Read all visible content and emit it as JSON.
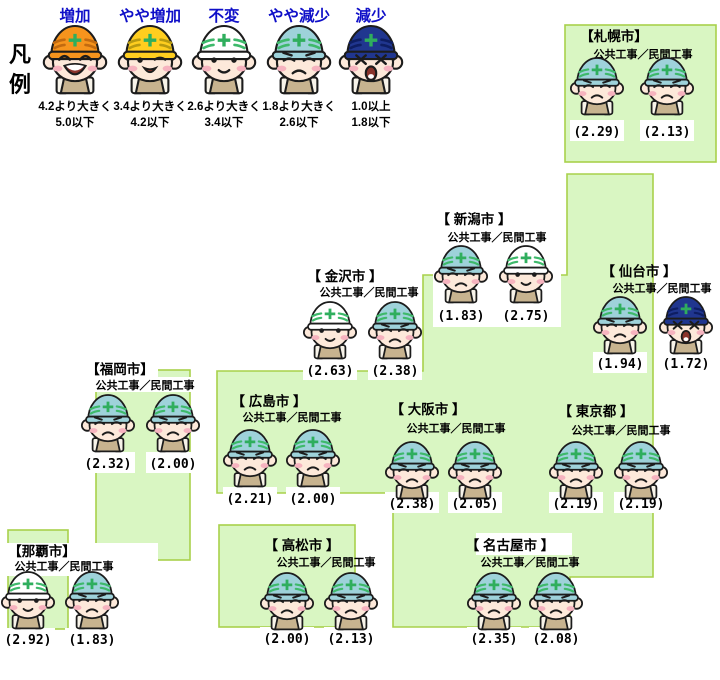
{
  "colors": {
    "map_fill": "#d9f6c2",
    "map_border": "#a8d14b",
    "white": "#ffffff",
    "outline": "#1c1c1c",
    "skin": "#fde9da",
    "cheek": "#f6b3bf",
    "collar": "#c7b38f",
    "shirt": "#f7f3e9",
    "hair": "#2f2f2f",
    "stripe_green": "#3eb96b",
    "cross_green": "#2fae5d",
    "mouth_dark": "#8a332b",
    "label_blue": "#0f0fc8",
    "text_black": "#000000",
    "helmets": {
      "orange": "#f6941d",
      "yellow": "#ffce1f",
      "white": "#ffffff",
      "lightblue": "#9ed2da",
      "navy": "#20368f"
    },
    "helmet_stripes": {
      "orange": "#c26a10",
      "yellow": "#b89a10",
      "white": "#3eb96b",
      "lightblue": "#3eb96b",
      "navy": "#0e1e63"
    }
  },
  "legend": {
    "caption": [
      "凡",
      "例"
    ],
    "items": [
      {
        "key": "increase",
        "label": "増加",
        "helmet": "orange",
        "face": "laugh",
        "range1": "4.2より大きく",
        "range2": "5.0以下"
      },
      {
        "key": "slight-increase",
        "label": "やや増加",
        "helmet": "yellow",
        "face": "wink",
        "range1": "3.4より大きく",
        "range2": "4.2以下"
      },
      {
        "key": "unchanged",
        "label": "不変",
        "helmet": "white",
        "face": "neutral",
        "range1": "2.6より大きく",
        "range2": "3.4以下"
      },
      {
        "key": "slight-decrease",
        "label": "やや減少",
        "helmet": "lightblue",
        "face": "sad",
        "range1": "1.8より大きく",
        "range2": "2.6以下"
      },
      {
        "key": "decrease",
        "label": "減少",
        "helmet": "navy",
        "face": "cry",
        "range1": "1.0以上",
        "range2": "1.8以下"
      }
    ]
  },
  "cities": [
    {
      "id": "sapporo",
      "name": "【札幌市】",
      "sublabel": "公共工事／民間工事",
      "workers": [
        {
          "helmet": "lightblue",
          "face": "sad",
          "value": "(2.29)"
        },
        {
          "helmet": "lightblue",
          "face": "sad",
          "value": "(2.13)"
        }
      ]
    },
    {
      "id": "niigata",
      "name": "【 新潟市 】",
      "sublabel": "公共工事／民間工事",
      "workers": [
        {
          "helmet": "lightblue",
          "face": "sad",
          "value": "(1.83)"
        },
        {
          "helmet": "white",
          "face": "neutral",
          "value": "(2.75)"
        }
      ]
    },
    {
      "id": "sendai",
      "name": "【 仙台市 】",
      "sublabel": "公共工事／民間工事",
      "workers": [
        {
          "helmet": "lightblue",
          "face": "sad",
          "value": "(1.94)"
        },
        {
          "helmet": "navy",
          "face": "cry",
          "value": "(1.72)"
        }
      ]
    },
    {
      "id": "kanazawa",
      "name": "【 金沢市 】",
      "sublabel": "公共工事／民間工事",
      "workers": [
        {
          "helmet": "white",
          "face": "neutral",
          "value": "(2.63)"
        },
        {
          "helmet": "lightblue",
          "face": "sad",
          "value": "(2.38)"
        }
      ]
    },
    {
      "id": "fukuoka",
      "name": "【福岡市】",
      "sublabel": "公共工事／民間工事",
      "workers": [
        {
          "helmet": "lightblue",
          "face": "sad",
          "value": "(2.32)"
        },
        {
          "helmet": "lightblue",
          "face": "sad",
          "value": "(2.00)"
        }
      ]
    },
    {
      "id": "hiroshima",
      "name": "【 広島市 】",
      "sublabel": "公共工事／民間工事",
      "workers": [
        {
          "helmet": "lightblue",
          "face": "sad",
          "value": "(2.21)"
        },
        {
          "helmet": "lightblue",
          "face": "sad",
          "value": "(2.00)"
        }
      ]
    },
    {
      "id": "osaka",
      "name": "【 大阪市 】",
      "sublabel": "公共工事／民間工事",
      "workers": [
        {
          "helmet": "lightblue",
          "face": "sad",
          "value": "(2.38)"
        },
        {
          "helmet": "lightblue",
          "face": "sad",
          "value": "(2.05)"
        }
      ]
    },
    {
      "id": "tokyo",
      "name": "【 東京都 】",
      "sublabel": "公共工事／民間工事",
      "workers": [
        {
          "helmet": "lightblue",
          "face": "sad",
          "value": "(2.19)"
        },
        {
          "helmet": "lightblue",
          "face": "sad",
          "value": "(2.19)"
        }
      ]
    },
    {
      "id": "naha",
      "name": "【那覇市】",
      "sublabel": "公共工事／民間工事",
      "workers": [
        {
          "helmet": "white",
          "face": "neutral",
          "value": "(2.92)"
        },
        {
          "helmet": "lightblue",
          "face": "sad",
          "value": "(1.83)"
        }
      ]
    },
    {
      "id": "takamatsu",
      "name": "【 高松市 】",
      "sublabel": "公共工事／民間工事",
      "workers": [
        {
          "helmet": "lightblue",
          "face": "sad",
          "value": "(2.00)"
        },
        {
          "helmet": "lightblue",
          "face": "sad",
          "value": "(2.13)"
        }
      ]
    },
    {
      "id": "nagoya",
      "name": "【 名古屋市 】",
      "sublabel": "公共工事／民間工事",
      "workers": [
        {
          "helmet": "lightblue",
          "face": "sad",
          "value": "(2.35)"
        },
        {
          "helmet": "lightblue",
          "face": "sad",
          "value": "(2.08)"
        }
      ]
    }
  ]
}
